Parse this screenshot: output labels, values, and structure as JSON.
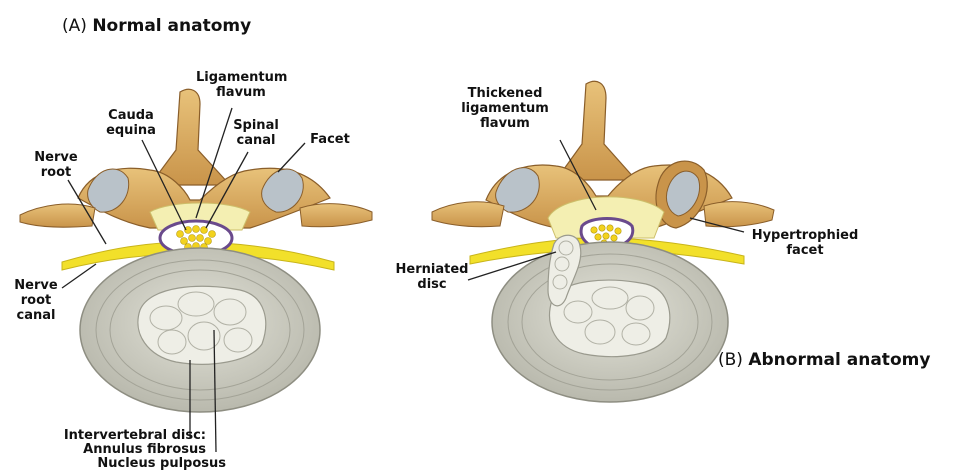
{
  "panel_a": {
    "letter": "(A)",
    "title": "Normal anatomy",
    "labels": {
      "ligamentum_flavum": "Ligamentum\nflavum",
      "cauda_equina": "Cauda\nequina",
      "spinal_canal": "Spinal\ncanal",
      "facet": "Facet",
      "nerve_root": "Nerve\nroot",
      "nerve_root_canal": "Nerve\nroot\ncanal",
      "intervertebral_disc": "Intervertebral disc:",
      "annulus_fibrosus": "Annulus fibrosus",
      "nucleus_pulposus": "Nucleus pulposus"
    }
  },
  "panel_b": {
    "letter": "(B)",
    "title": "Abnormal anatomy",
    "labels": {
      "thickened_ligamentum_flavum": "Thickened\nligamentum\nflavum",
      "hypertrophied_facet": "Hypertrophied\nfacet",
      "herniated_disc": "Herniated\ndisc"
    }
  },
  "colors": {
    "bone": "#d9aa5e",
    "bone_shadow": "#a9773a",
    "disc": "#cfcfc3",
    "nucleus": "#eeeee6",
    "nerve": "#f2e02a",
    "ligament": "#f4efb2",
    "sac": "#6a4a8c"
  }
}
